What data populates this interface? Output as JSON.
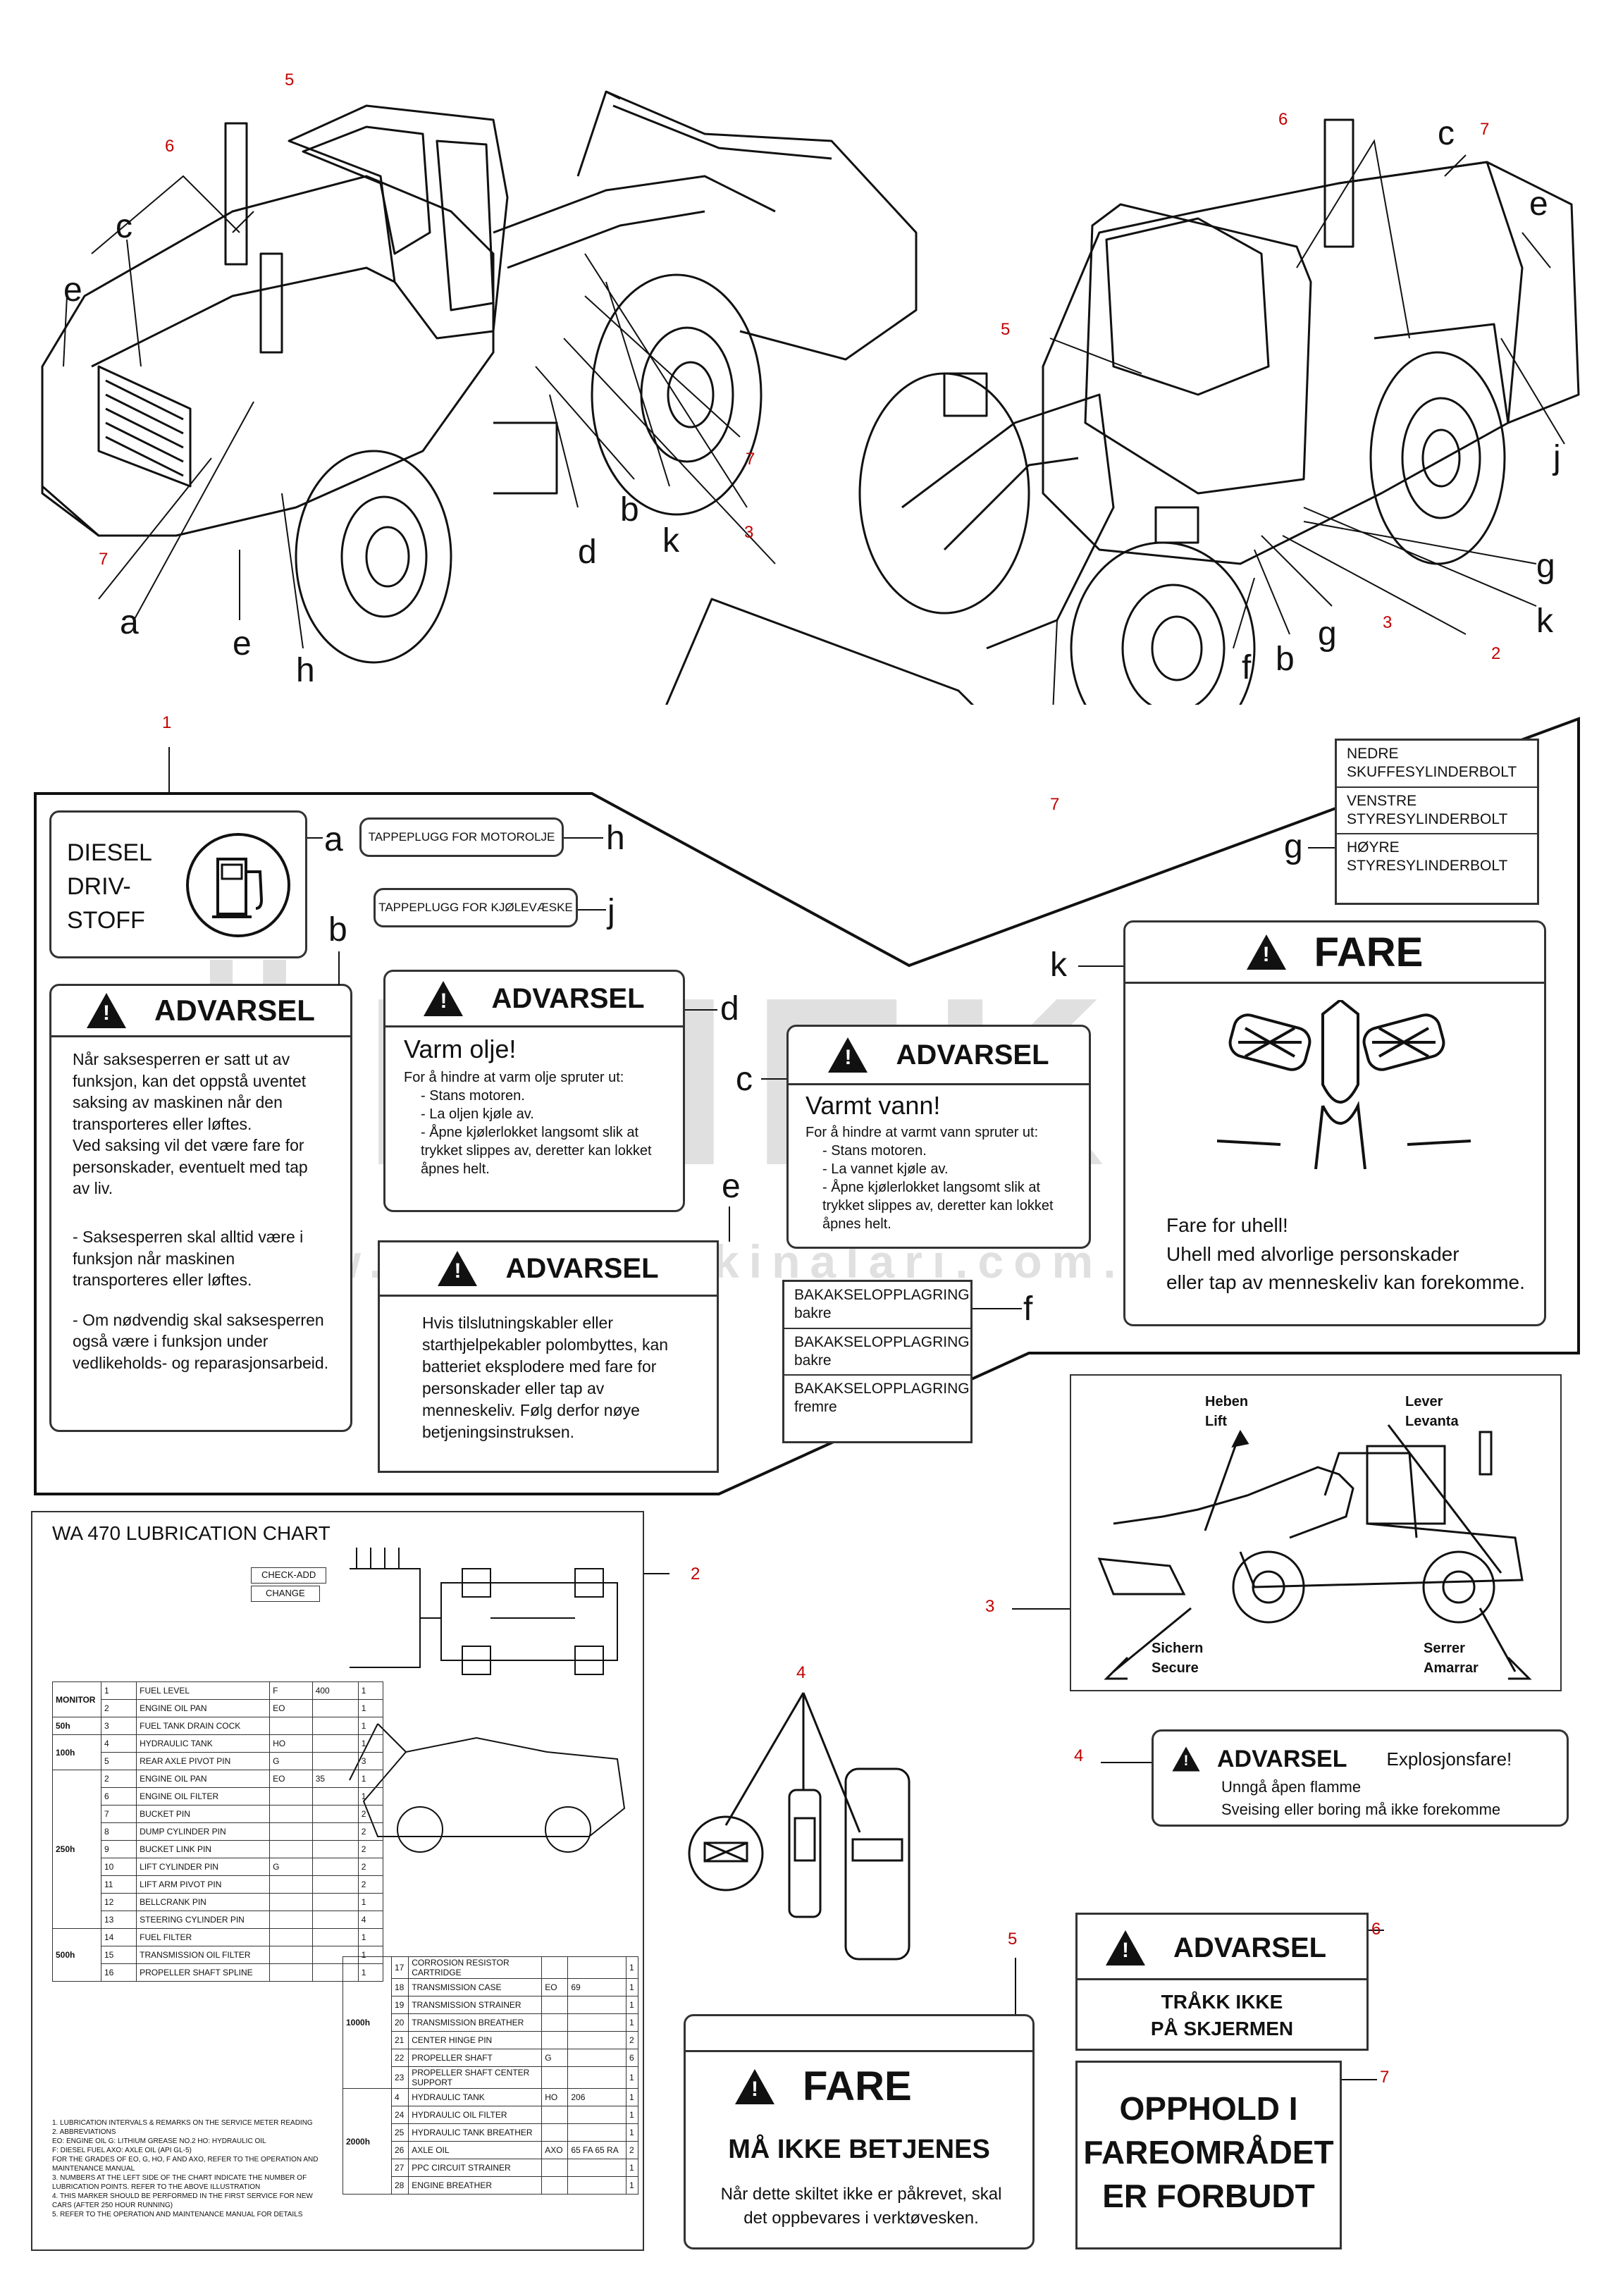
{
  "callouts": {
    "a": "a",
    "b": "b",
    "c": "c",
    "d": "d",
    "e": "e",
    "f": "f",
    "g": "g",
    "h": "h",
    "j": "j",
    "k": "k"
  },
  "ref_numbers": {
    "n1": "1",
    "n2": "2",
    "n3": "3",
    "n4": "4",
    "n5": "5",
    "n6": "6",
    "n7": "7"
  },
  "watermark": {
    "brand": "ÖRNEK",
    "url": "www.ornekismakinalari.com.tr"
  },
  "decal_a": {
    "line1": "DIESEL",
    "line2": "DRIV-",
    "line3": "STOFF"
  },
  "decal_h": "TAPPEPLUGG FOR MOTOROLJE",
  "decal_j": "TAPPEPLUGG FOR KJØLEVÆSKE",
  "decal_b": {
    "title": "ADVARSEL",
    "p1": "Når saksesperren er satt ut av funksjon, kan det oppstå uventet saksing av maskinen når den transporteres eller løftes.",
    "p2": "Ved saksing vil det være fare for personskader, eventuelt med tap av liv.",
    "p3": "- Saksesperren skal alltid være i funksjon når maskinen transporteres eller løftes.",
    "p4": "- Om nødvendig skal saksesperren også være i funksjon under vedlikeholds- og reparasjonsarbeid."
  },
  "decal_d": {
    "title": "ADVARSEL",
    "subtitle": "Varm olje!",
    "l1": "For å hindre at varm olje spruter ut:",
    "l2": "- Stans motoren.",
    "l3": "- La oljen kjøle av.",
    "l4": "- Åpne kjølerlokket langsomt slik at trykket slippes av, deretter kan lokket åpnes helt."
  },
  "decal_c": {
    "title": "ADVARSEL",
    "subtitle": "Varmt vann!",
    "l1": "For å hindre at varmt vann spruter ut:",
    "l2": "- Stans motoren.",
    "l3": "- La vannet kjøle av.",
    "l4": "- Åpne kjølerlokket langsomt slik at trykket slippes av, deretter kan lokket åpnes helt."
  },
  "decal_e": {
    "title": "ADVARSEL",
    "text": "Hvis tilslutningskabler eller starthjelpekabler polombyttes, kan batteriet eksplodere med fare for personskader eller tap av menneskeliv. Følg derfor nøye betjeningsinstruksen."
  },
  "decal_f": {
    "items": [
      "BAKAKSELOPPLAGRING bakre",
      "BAKAKSELOPPLAGRING bakre",
      "BAKAKSELOPPLAGRING fremre"
    ]
  },
  "decal_g": {
    "items": [
      "NEDRE SKUFFESYLINDERBOLT",
      "VENSTRE STYRESYLINDERBOLT",
      "HØYRE STYRESYLINDERBOLT"
    ]
  },
  "decal_k": {
    "title": "FARE",
    "l1": "Fare for uhell!",
    "l2": "Uhell med alvorlige personskader",
    "l3": "eller tap av menneskeliv kan forekomme."
  },
  "decal_3": {
    "heben": "Heben",
    "lift": "Lift",
    "lever": "Lever",
    "levanta": "Levanta",
    "sichern": "Sichern",
    "secure": "Secure",
    "serrer": "Serrer",
    "amarrar": "Amarrar"
  },
  "decal_4": {
    "title": "ADVARSEL",
    "sub": "Explosjonsfare!",
    "l1": "Unngå åpen flamme",
    "l2": "Sveising eller boring må ikke forekomme"
  },
  "decal_6": {
    "title": "ADVARSEL",
    "l1": "TRÅKK IKKE",
    "l2": "PÅ SKJERMEN"
  },
  "decal_5": {
    "title": "FARE",
    "l1": "MÅ IKKE BETJENES",
    "l2": "Når dette skiltet ikke er påkrevet, skal det oppbevares i verktøvesken."
  },
  "decal_7": {
    "l1": "OPPHOLD I",
    "l2": "FAREOMRÅDET",
    "l3": "ER FORBUDT"
  },
  "lube": {
    "title": "WA 470 LUBRICATION CHART",
    "check_add": "CHECK-ADD",
    "change": "CHANGE",
    "groups_left": [
      {
        "interval": "MONITOR",
        "rows": [
          [
            "1",
            "FUEL LEVEL",
            "F",
            "400",
            "1"
          ],
          [
            "2",
            "ENGINE OIL PAN",
            "EO",
            "",
            "1"
          ]
        ]
      },
      {
        "interval": "50h",
        "rows": [
          [
            "3",
            "FUEL TANK DRAIN COCK",
            "",
            "",
            "1"
          ]
        ]
      },
      {
        "interval": "100h",
        "rows": [
          [
            "4",
            "HYDRAULIC TANK",
            "HO",
            "",
            "1"
          ],
          [
            "5",
            "REAR AXLE PIVOT PIN",
            "G",
            "",
            "3"
          ]
        ]
      },
      {
        "interval": "250h",
        "rows": [
          [
            "2",
            "ENGINE OIL PAN",
            "EO",
            "35",
            "1"
          ],
          [
            "6",
            "ENGINE OIL FILTER",
            "",
            "",
            "1"
          ],
          [
            "7",
            "BUCKET PIN",
            "",
            "",
            "2"
          ],
          [
            "8",
            "DUMP CYLINDER PIN",
            "",
            "",
            "2"
          ],
          [
            "9",
            "BUCKET LINK PIN",
            "",
            "",
            "2"
          ],
          [
            "10",
            "LIFT CYLINDER PIN",
            "G",
            "",
            "2"
          ],
          [
            "11",
            "LIFT ARM PIVOT PIN",
            "",
            "",
            "2"
          ],
          [
            "12",
            "BELLCRANK PIN",
            "",
            "",
            "1"
          ],
          [
            "13",
            "STEERING CYLINDER PIN",
            "",
            "",
            "4"
          ]
        ]
      },
      {
        "interval": "500h",
        "rows": [
          [
            "14",
            "FUEL FILTER",
            "",
            "",
            "1"
          ],
          [
            "15",
            "TRANSMISSION OIL FILTER",
            "",
            "",
            "1"
          ],
          [
            "16",
            "PROPELLER SHAFT SPLINE",
            "",
            "",
            "1"
          ]
        ]
      }
    ],
    "groups_right": [
      {
        "interval": "1000h",
        "rows": [
          [
            "17",
            "CORROSION RESISTOR CARTRIDGE",
            "",
            "",
            "1"
          ],
          [
            "18",
            "TRANSMISSION CASE",
            "EO",
            "69",
            "1"
          ],
          [
            "19",
            "TRANSMISSION STRAINER",
            "",
            "",
            "1"
          ],
          [
            "20",
            "TRANSMISSION BREATHER",
            "",
            "",
            "1"
          ],
          [
            "21",
            "CENTER HINGE PIN",
            "",
            "",
            "2"
          ],
          [
            "22",
            "PROPELLER SHAFT",
            "G",
            "",
            "6"
          ],
          [
            "23",
            "PROPELLER SHAFT CENTER SUPPORT",
            "",
            "",
            "1"
          ]
        ]
      },
      {
        "interval": "2000h",
        "rows": [
          [
            "4",
            "HYDRAULIC TANK",
            "HO",
            "206",
            "1"
          ],
          [
            "24",
            "HYDRAULIC OIL FILTER",
            "",
            "",
            "1"
          ],
          [
            "25",
            "HYDRAULIC TANK BREATHER",
            "",
            "",
            "1"
          ],
          [
            "26",
            "AXLE OIL",
            "AXO",
            "65 FA 65 RA",
            "2"
          ],
          [
            "27",
            "PPC CIRCUIT STRAINER",
            "",
            "",
            "1"
          ],
          [
            "28",
            "ENGINE BREATHER",
            "",
            "",
            "1"
          ]
        ]
      }
    ],
    "notes": [
      "1. LUBRICATION INTERVALS & REMARKS ON THE SERVICE METER READING",
      "2. ABBREVIATIONS",
      "EO: ENGINE OIL  G: LITHIUM GREASE NO.2  HO: HYDRAULIC OIL",
      "F: DIESEL FUEL  AXO: AXLE OIL (API GL-5)",
      "FOR THE GRADES OF EO, G, HO, F AND AXO, REFER TO THE OPERATION AND MAINTENANCE MANUAL",
      "3. NUMBERS AT THE LEFT SIDE OF THE CHART INDICATE THE NUMBER OF LUBRICATION POINTS. REFER TO THE ABOVE ILLUSTRATION",
      "4. THIS MARKER SHOULD BE PERFORMED IN THE FIRST SERVICE FOR NEW CARS (AFTER 250 HOUR RUNNING)",
      "5. REFER TO THE OPERATION AND MAINTENANCE MANUAL FOR DETAILS"
    ]
  }
}
